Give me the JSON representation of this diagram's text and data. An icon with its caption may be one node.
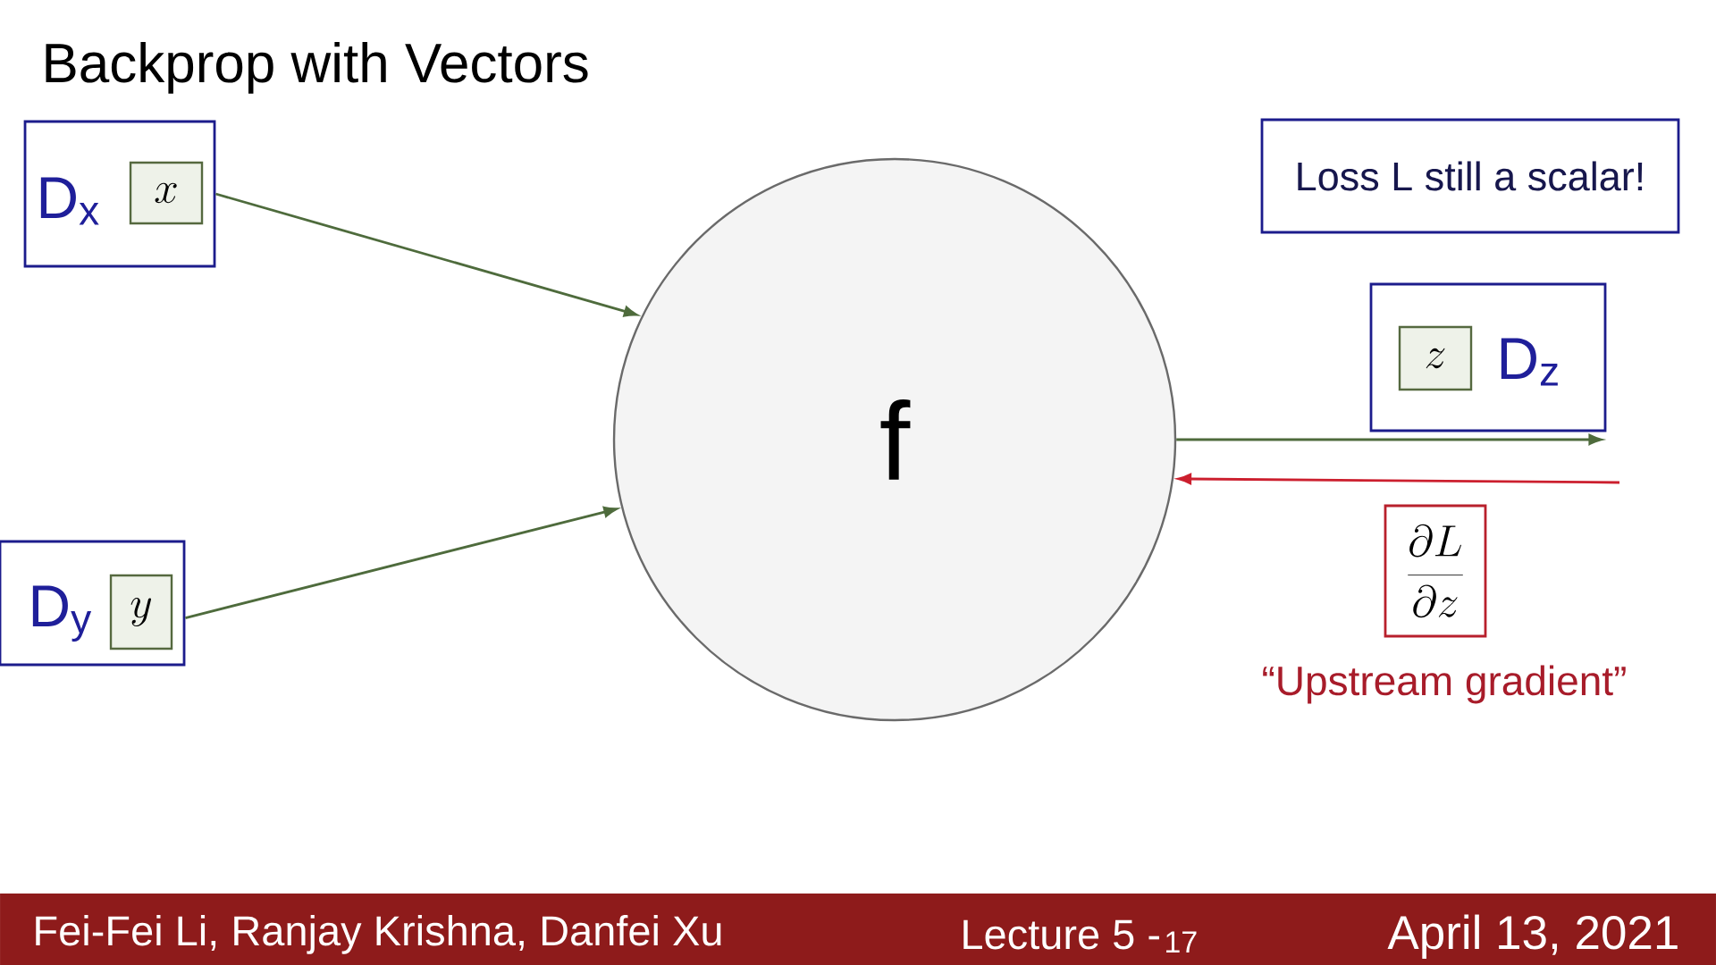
{
  "diagram": {
    "title": "Backprop with Vectors",
    "nodes": [
      {
        "text": [
          "D$_{x}$"
        ]
      },
      {
        "text": [
          "x"
        ],
        "in": 0
      },
      {
        "text": [
          "D$_{y}$"
        ]
      },
      {
        "text": [
          "y"
        ],
        "in": 2
      },
      {
        "text": [
          "f"
        ]
      },
      {
        "text": [
          "Loss L still a scalar!"
        ]
      },
      {
        "text": [
          "D$_{z}$"
        ]
      },
      {
        "text": [
          "z"
        ],
        "in": 6
      },
      {
        "text": [
          "\\frac{\\partial L}{\\partial z}"
        ],
        "beside": [
          "“Upstream gradient”"
        ]
      }
    ],
    "edges": [
      {
        "from": 0,
        "to": 4,
        "arrow": "to"
      },
      {
        "from": 2,
        "to": 4,
        "arrow": "to"
      },
      {
        "from": 4,
        "to": 6,
        "arrow": "to"
      },
      {
        "from": null,
        "to": 4,
        "arrow": "to",
        "color": "#cc1f2e"
      }
    ],
    "labels": [
      "Fei-Fei Li, Ranjay Krishna, Danfei Xu",
      "Lecture 5 -",
      "17",
      "April 13, 2021"
    ]
  }
}
